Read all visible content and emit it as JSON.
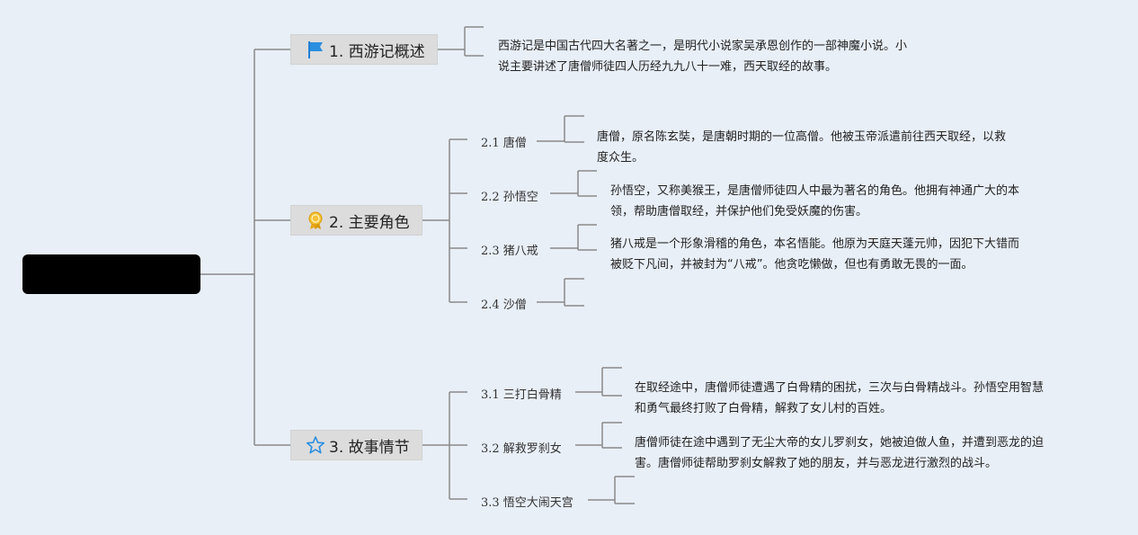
{
  "colors": {
    "background": "#e8eff7",
    "line": "#8a8a8a",
    "topic_bg": "#dcdcdc",
    "root_bg": "#000000"
  },
  "topics": [
    {
      "label": "1. 西游记概述",
      "icon": "flag-icon",
      "note": [
        "西游记是中国古代四大名著之一，是明代小说家吴承恩创作的一部神魔小说。小",
        "说主要讲述了唐僧师徒四人历经九九八十一难，西天取经的故事。"
      ]
    },
    {
      "label": "2. 主要角色",
      "icon": "award-ribbon-icon",
      "children": [
        {
          "label": "2.1 唐僧",
          "note": [
            "唐僧，原名陈玄奘，是唐朝时期的一位高僧。他被玉帝派遣前往西天取经，以救",
            "度众生。"
          ]
        },
        {
          "label": "2.2 孙悟空",
          "note": [
            "孙悟空，又称美猴王，是唐僧师徒四人中最为著名的角色。他拥有神通广大的本",
            "领，帮助唐僧取经，并保护他们免受妖魔的伤害。"
          ]
        },
        {
          "label": "2.3 猪八戒",
          "note": [
            "猪八戒是一个形象滑稽的角色，本名悟能。他原为天庭天蓬元帅，因犯下大错而",
            "被贬下凡间，并被封为“八戒”。他贪吃懒做，但也有勇敢无畏的一面。"
          ]
        },
        {
          "label": "2.4 沙僧",
          "note": []
        }
      ]
    },
    {
      "label": "3. 故事情节",
      "icon": "star-outline-icon",
      "children": [
        {
          "label": "3.1 三打白骨精",
          "note": [
            "在取经途中，唐僧师徒遭遇了白骨精的困扰，三次与白骨精战斗。孙悟空用智慧",
            "和勇气最终打败了白骨精，解救了女儿村的百姓。"
          ]
        },
        {
          "label": "3.2 解救罗刹女",
          "note": [
            "唐僧师徒在途中遇到了无尘大帝的女儿罗刹女，她被迫做人鱼，并遭到恶龙的迫",
            "害。唐僧师徒帮助罗刹女解救了她的朋友，并与恶龙进行激烈的战斗。"
          ]
        },
        {
          "label": "3.3 悟空大闹天宫",
          "note": []
        }
      ]
    }
  ]
}
